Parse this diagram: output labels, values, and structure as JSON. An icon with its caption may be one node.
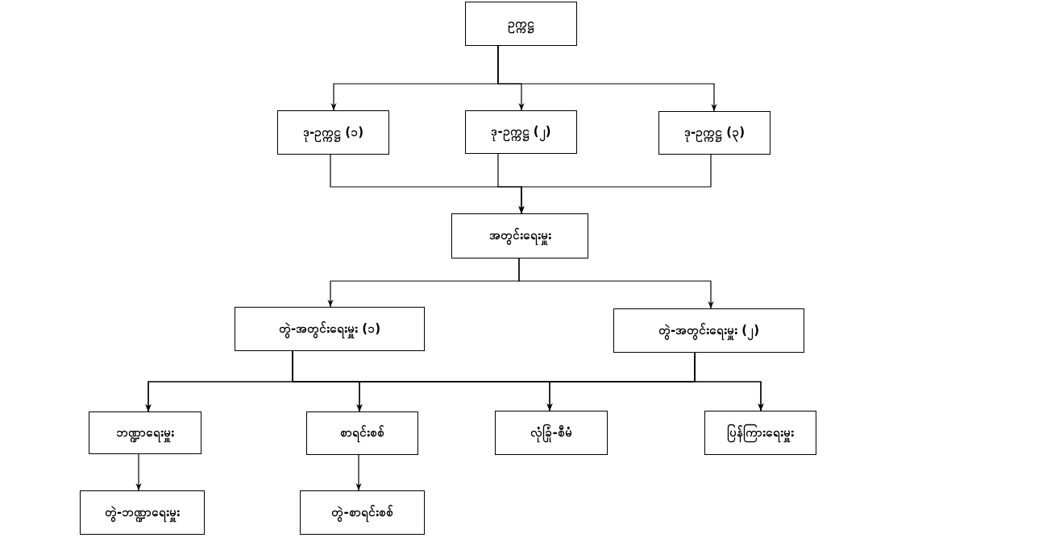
{
  "diagram": {
    "nodes": [
      {
        "text": [
          "ဥက္ကဋ္ဌ"
        ]
      },
      {
        "text": [
          "ဒု-ဥက္ကဋ္ဌ (၁)"
        ]
      },
      {
        "text": [
          "ဒု-ဥက္ကဋ္ဌ (၂)"
        ]
      },
      {
        "text": [
          "ဒု-ဥက္ကဋ္ဌ (၃)"
        ]
      },
      {
        "text": [
          "အတွင်းရေးမှူး"
        ]
      },
      {
        "text": [
          "တွဲ-အတွင်းရေးမှူး (၁)"
        ]
      },
      {
        "text": [
          "တွဲ-အတွင်းရေးမှူး (၂)"
        ]
      },
      {
        "text": [
          "ဘဏ္ဍာရေးမှူး"
        ]
      },
      {
        "text": [
          "စာရင်းစစ်"
        ]
      },
      {
        "text": [
          "လုံခြုံ-စီမံ"
        ]
      },
      {
        "text": [
          "ပြန်ကြားရေးမှူး"
        ]
      },
      {
        "text": [
          "တွဲ-ဘဏ္ဍာရေးမှူး"
        ]
      },
      {
        "text": [
          "တွဲ-စာရင်းစစ်"
        ]
      }
    ],
    "edges": [
      {
        "from": 0,
        "to": 1,
        "arrow": "to"
      },
      {
        "from": 0,
        "to": 2,
        "arrow": "to"
      },
      {
        "from": 0,
        "to": 3,
        "arrow": "to"
      },
      {
        "from": 1,
        "to": 4,
        "arrow": "to"
      },
      {
        "from": 2,
        "to": 4,
        "arrow": "to"
      },
      {
        "from": 3,
        "to": 4,
        "arrow": "to"
      },
      {
        "from": 4,
        "to": 5,
        "arrow": "to"
      },
      {
        "from": 4,
        "to": 6,
        "arrow": "to"
      },
      {
        "from": 5,
        "to": 7,
        "arrow": "to"
      },
      {
        "from": 5,
        "to": 8,
        "arrow": "to"
      },
      {
        "from": 5,
        "to": 9,
        "arrow": "to"
      },
      {
        "from": 5,
        "to": 10,
        "arrow": "to"
      },
      {
        "from": 6,
        "to": 7,
        "arrow": "to"
      },
      {
        "from": 6,
        "to": 8,
        "arrow": "to"
      },
      {
        "from": 6,
        "to": 9,
        "arrow": "to"
      },
      {
        "from": 6,
        "to": 10,
        "arrow": "to"
      },
      {
        "from": 7,
        "to": 11,
        "arrow": "to"
      },
      {
        "from": 8,
        "to": 12,
        "arrow": "to"
      }
    ]
  }
}
